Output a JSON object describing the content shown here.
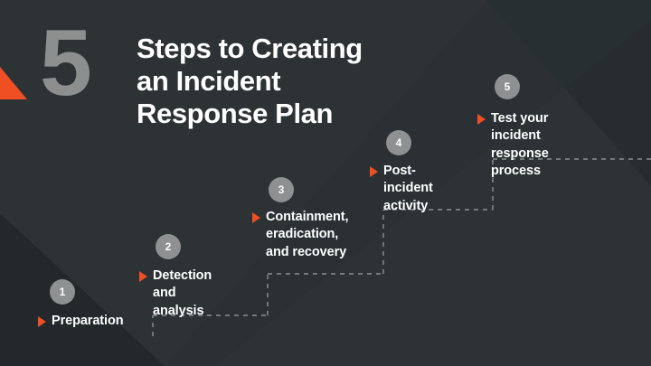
{
  "slide": {
    "big_number": "5",
    "title_lines": [
      "Steps to Creating",
      "an Incident",
      "Response Plan"
    ],
    "title_full": "5 Steps to Creating an Incident Response Plan"
  },
  "colors": {
    "background": "#2d3235",
    "shadow": "#22282b",
    "accent_orange": "#f04e23",
    "badge_gray": "#8f9091",
    "big_number_gray": "#8d8f8f",
    "text_white": "#ffffff",
    "dash_line": "#9ea2a3"
  },
  "steps": [
    {
      "number": "1",
      "label": "Preparation"
    },
    {
      "number": "2",
      "label": "Detection\nand analysis"
    },
    {
      "number": "3",
      "label": "Containment,\neradication,\nand recovery"
    },
    {
      "number": "4",
      "label": "Post-incident\nactivity"
    },
    {
      "number": "5",
      "label": "Test your incident\nresponse process"
    }
  ]
}
